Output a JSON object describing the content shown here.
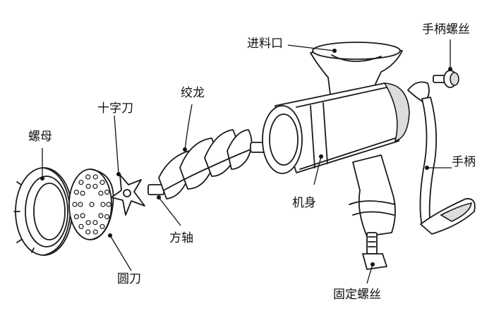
{
  "labels": {
    "nut": "螺母",
    "cross_blade": "十字刀",
    "auger": "绞龙",
    "feed_inlet": "进料口",
    "handle_screw": "手柄螺丝",
    "handle": "手柄",
    "body": "机身",
    "square_shaft": "方轴",
    "round_blade": "圆刀",
    "clamp_screw": "固定螺丝"
  }
}
